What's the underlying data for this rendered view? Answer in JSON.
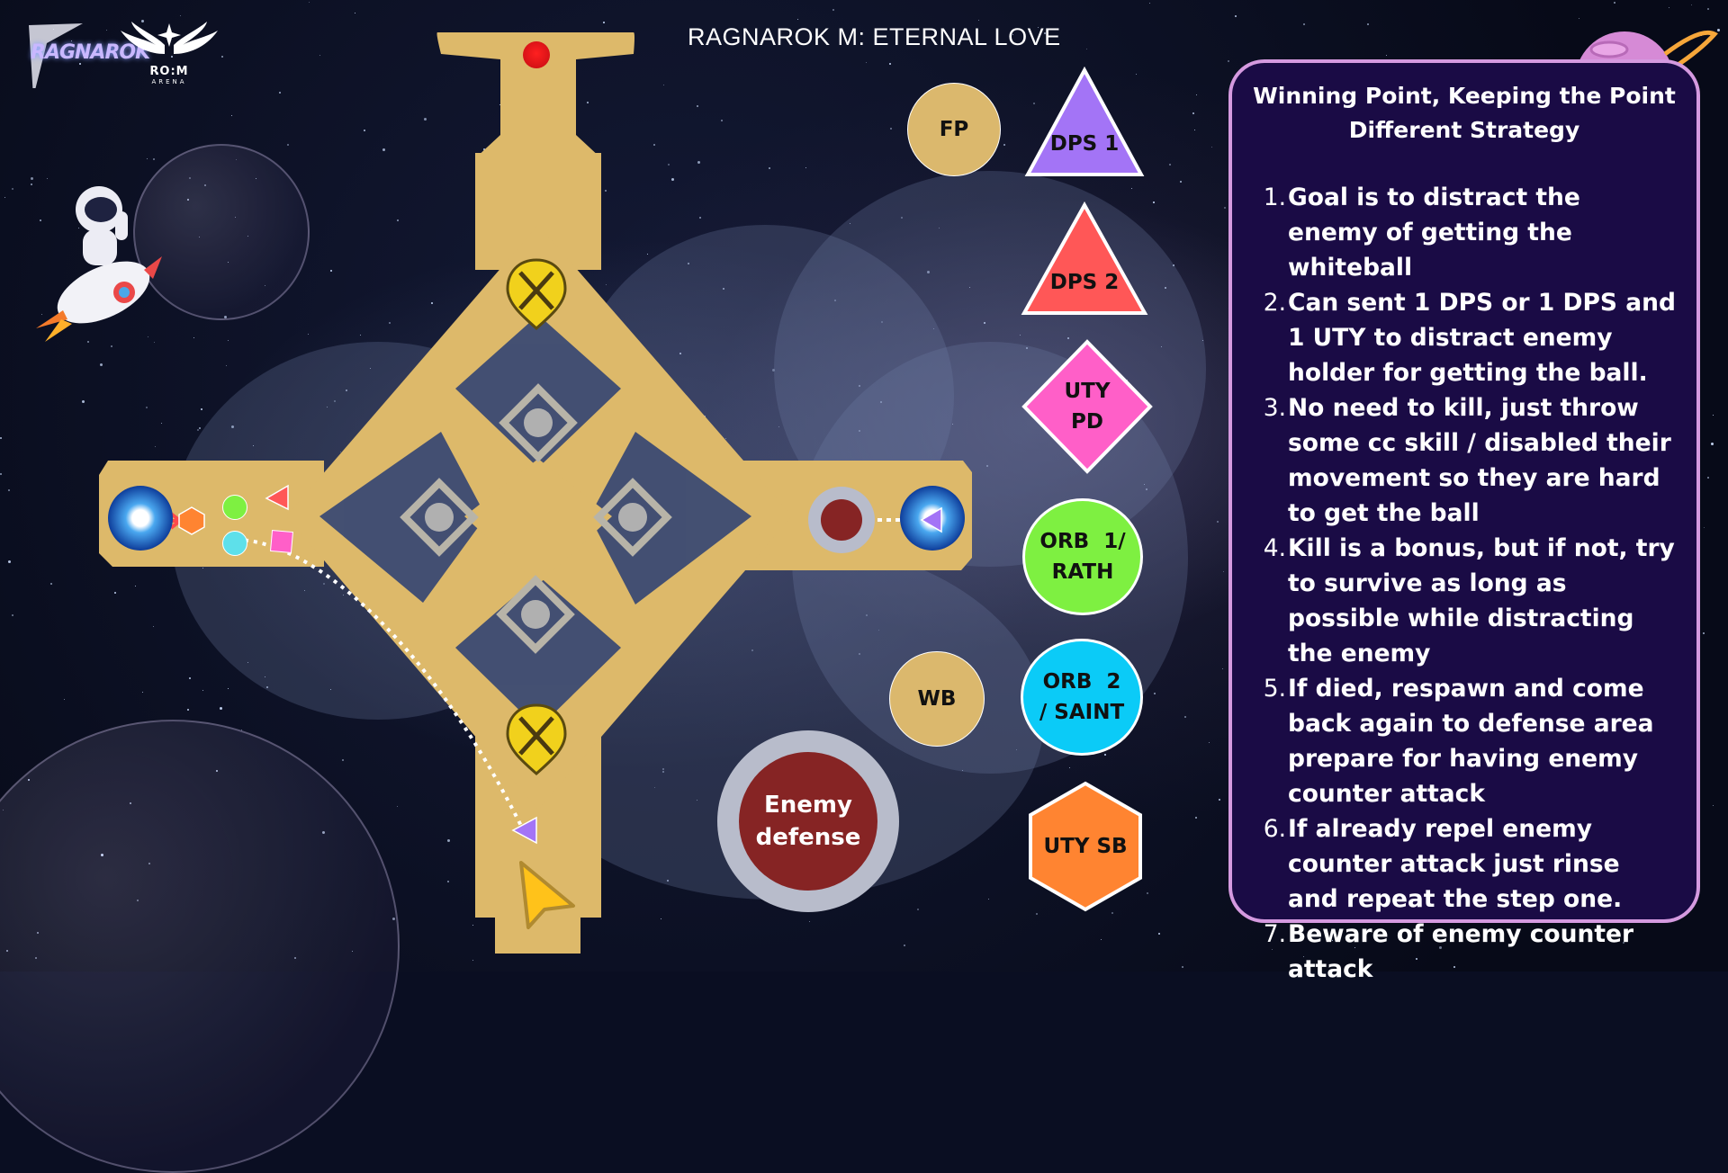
{
  "header": {
    "title": "RAGNAROK M: ETERNAL LOVE",
    "logo_left": "RAGNAROK",
    "logo_right_main": "RO:M",
    "logo_right_sub": "ARENA"
  },
  "legend": [
    {
      "id": "fp",
      "label": "FP",
      "shape": "circle",
      "color": "#dbb86d"
    },
    {
      "id": "dps1",
      "label": "DPS 1",
      "shape": "triangle",
      "color": "#a374f6"
    },
    {
      "id": "dps2",
      "label": "DPS 2",
      "shape": "triangle",
      "color": "#ff5757"
    },
    {
      "id": "uty-pd",
      "label_line1": "UTY",
      "label_line2": "PD",
      "shape": "diamond",
      "color": "#ff5fc8"
    },
    {
      "id": "orb1",
      "label_line1": "ORB  1/",
      "label_line2": "RATH",
      "shape": "circle",
      "color": "#7ef041"
    },
    {
      "id": "wb",
      "label": "WB",
      "shape": "circle",
      "color": "#dbb86d"
    },
    {
      "id": "orb2",
      "label_line1": "ORB  2",
      "label_line2": "/ SAINT",
      "shape": "circle",
      "color": "#0bcbf7"
    },
    {
      "id": "uty-sb",
      "label": "UTY SB",
      "shape": "hexagon",
      "color": "#ff8431"
    },
    {
      "id": "enemy-defense",
      "label_line1": "Enemy",
      "label_line2": "defense",
      "shape": "ring",
      "color": "#862424",
      "ring_color": "#b8bccb"
    }
  ],
  "panel": {
    "title_line1": "Winning Point, Keeping the Point",
    "title_line2": "Different Strategy",
    "items": [
      {
        "num": "1.",
        "text": "Goal is to distract the enemy of getting the whiteball"
      },
      {
        "num": "2.",
        "text": "Can sent 1 DPS or 1 DPS and 1 UTY to distract enemy holder for getting the ball."
      },
      {
        "num": "3.",
        "text": "No need to kill, just throw some cc skill / disabled their movement so they are hard to get the ball"
      },
      {
        "num": "4.",
        "text": "Kill is a bonus, but if not, try to survive as long as possible while distracting the enemy"
      },
      {
        "num": "5.",
        "text": "If died, respawn and come back again to defense area prepare for having enemy counter attack"
      },
      {
        "num": "6.",
        "text": "If already repel enemy counter attack just rinse and repeat the step one."
      },
      {
        "num": "7.",
        "text": "Beware of enemy counter attack"
      }
    ]
  },
  "map": {
    "path_color": "#ddb96a",
    "markers": [
      {
        "id": "red-ball",
        "color": "#e8151b"
      },
      {
        "id": "battle-point-top",
        "color": "#f1d11c"
      },
      {
        "id": "battle-point-bottom",
        "color": "#f1d11c"
      },
      {
        "id": "left-portal",
        "color": "#1c6fd8"
      },
      {
        "id": "right-portal",
        "color": "#1c6fd8"
      },
      {
        "id": "team-uty-sb",
        "color": "#ff8431"
      },
      {
        "id": "team-orb1",
        "color": "#7ef041"
      },
      {
        "id": "team-dps2",
        "color": "#ff5757"
      },
      {
        "id": "team-orb2",
        "color": "#5ee0ea"
      },
      {
        "id": "team-uty-pd",
        "color": "#ff5fc8"
      },
      {
        "id": "team-dps1-bottom",
        "color": "#a374f6"
      },
      {
        "id": "team-dps1-right",
        "color": "#a374f6"
      },
      {
        "id": "enemy-defense-marker",
        "color": "#862424"
      },
      {
        "id": "player-cursor",
        "color": "#ffc21a"
      }
    ]
  }
}
